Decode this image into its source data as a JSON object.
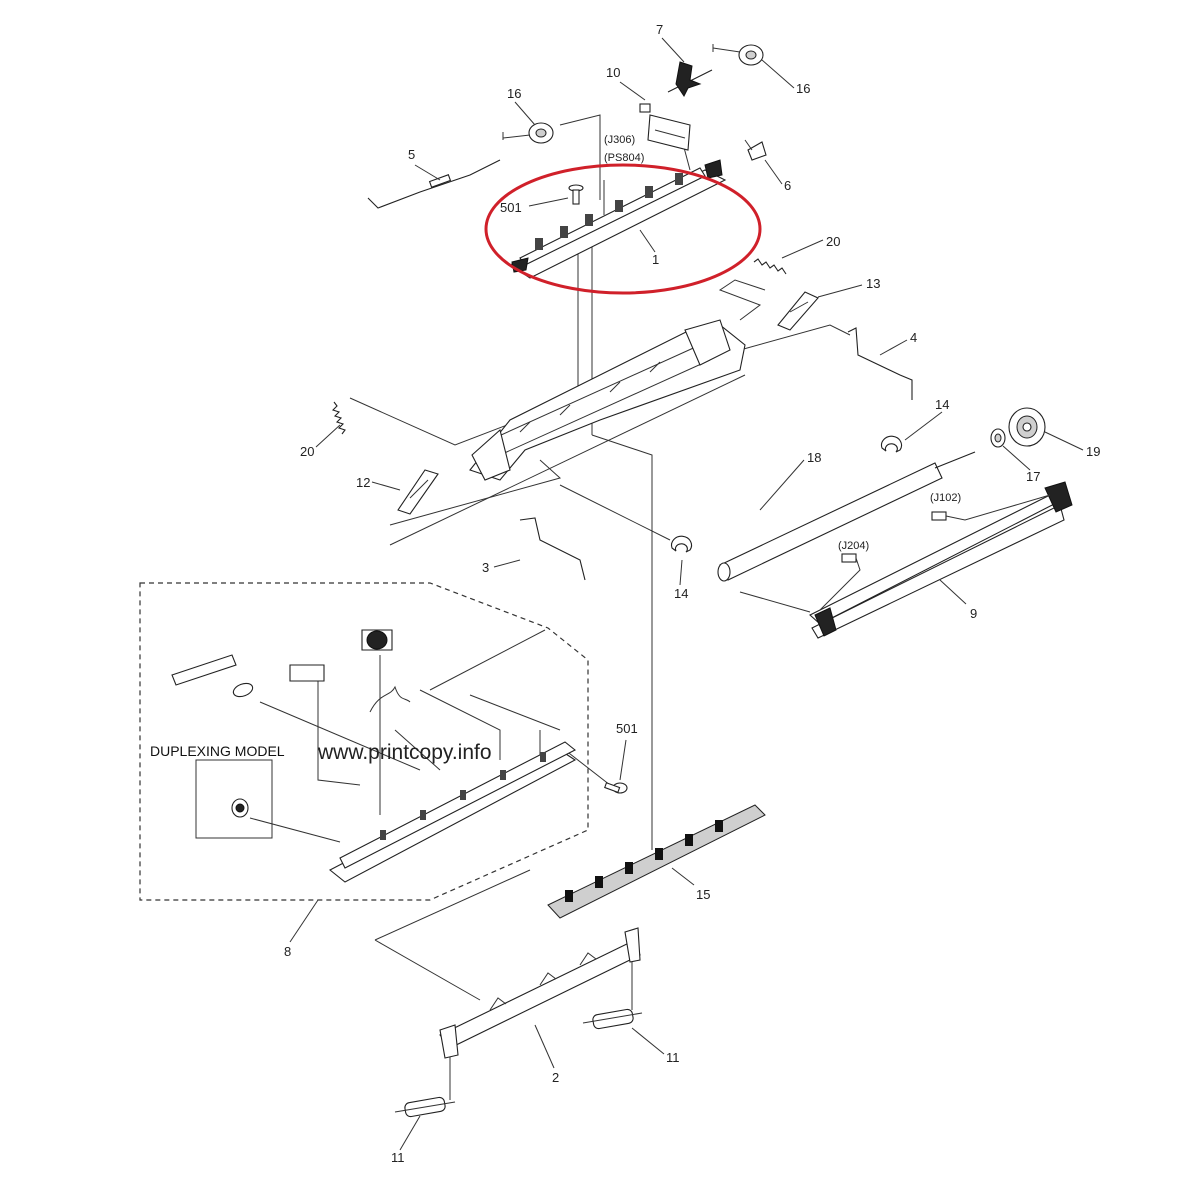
{
  "callouts": {
    "c1": "1",
    "c2": "2",
    "c3": "3",
    "c4": "4",
    "c5": "5",
    "c6": "6",
    "c7": "7",
    "c8": "8",
    "c9": "9",
    "c10": "10",
    "c11a": "11",
    "c11b": "11",
    "c12": "12",
    "c13": "13",
    "c14a": "14",
    "c14b": "14",
    "c15": "15",
    "c16a": "16",
    "c16b": "16",
    "c17": "17",
    "c18": "18",
    "c19": "19",
    "c20a": "20",
    "c20b": "20",
    "c501a": "501",
    "c501b": "501"
  },
  "connectors": {
    "j306": "(J306)",
    "ps804": "(PS804)",
    "j102": "(J102)",
    "j204": "(J204)"
  },
  "duplexing_caption": "DUPLEXING MODEL",
  "watermark": "www.printcopy.info",
  "highlight_color": "#d0202a"
}
